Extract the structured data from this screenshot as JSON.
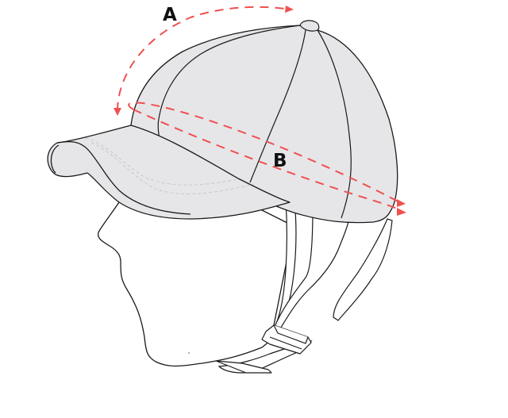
{
  "diagram": {
    "subject": "baseball cap measurement guide on head",
    "labels": {
      "a": "A",
      "b": "B"
    },
    "measurements": [
      {
        "id": "A",
        "description": "front-to-back arc over crown"
      },
      {
        "id": "B",
        "description": "circumference around head"
      }
    ],
    "colors": {
      "background": "#ffffff",
      "cap_fill": "#e6e6e9",
      "outline": "#1a1a1a",
      "measure_line": "#f05050",
      "stitching": "#c8c8cc"
    }
  }
}
